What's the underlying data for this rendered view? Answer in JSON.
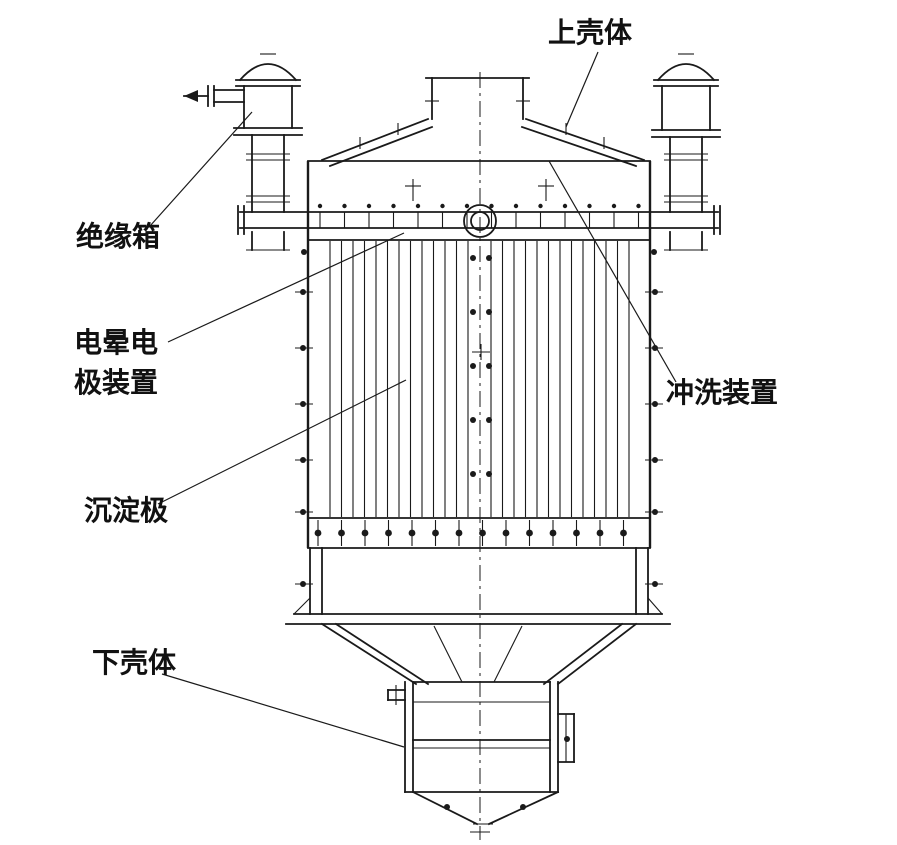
{
  "labels": {
    "upper_shell": "上壳体",
    "insulation_box": "绝缘箱",
    "corona_electrode_line1": "电晕电",
    "corona_electrode_line2": "极装置",
    "flushing_device": "冲洗装置",
    "collecting_electrode": "沉淀极",
    "lower_shell": "下壳体"
  },
  "colors": {
    "ink": "#1a1a1a",
    "background": "#ffffff"
  }
}
